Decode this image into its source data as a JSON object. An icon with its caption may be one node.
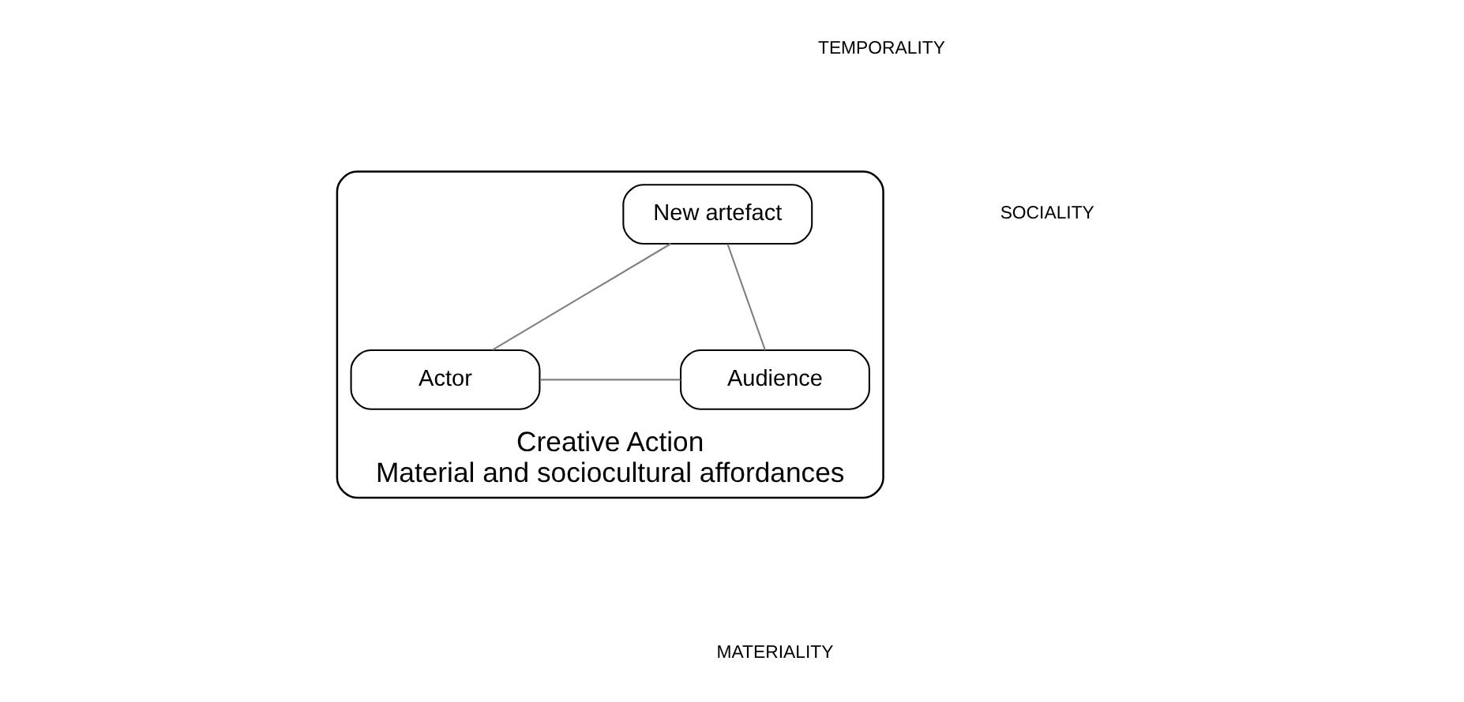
{
  "diagram": {
    "nodes": [
      {
        "text": [
          "Creative Action",
          "Material and sociocultural affordances"
        ]
      },
      {
        "text": [
          "New artefact"
        ],
        "in": 0
      },
      {
        "text": [
          "Actor"
        ],
        "in": 0
      },
      {
        "text": [
          "Audience"
        ],
        "in": 0
      }
    ],
    "edges": [
      {
        "from": 1,
        "to": 2,
        "arrow": "none"
      },
      {
        "from": 1,
        "to": 3,
        "arrow": "none"
      },
      {
        "from": 2,
        "to": 3,
        "arrow": "none"
      }
    ],
    "labels": [
      "TEMPORALITY",
      "SOCIALITY",
      "MATERIALITY"
    ]
  }
}
